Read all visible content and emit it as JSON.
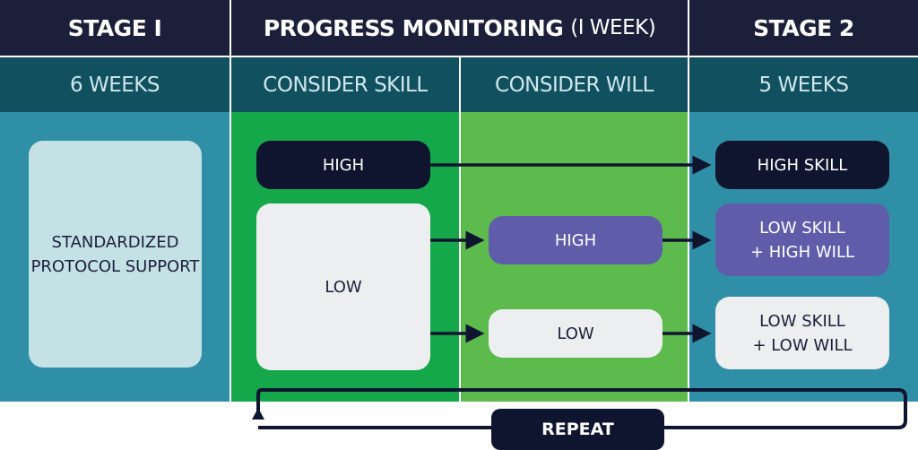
{
  "header": {
    "stage1": "STAGE I",
    "monitoring": "PROGRESS MONITORING",
    "monitoring_duration": "(I WEEK)",
    "stage2": "STAGE 2"
  },
  "subheader": {
    "stage1_duration": "6 WEEKS",
    "consider_skill": "CONSIDER SKILL",
    "consider_will": "CONSIDER WILL",
    "stage2_duration": "5 WEEKS"
  },
  "stage1_box": {
    "line1": "STANDARDIZED",
    "line2": "PROTOCOL SUPPORT"
  },
  "skill": {
    "high": "HIGH",
    "low": "LOW"
  },
  "will": {
    "high": "HIGH",
    "low": "LOW"
  },
  "outcomes": {
    "high_skill": "HIGH SKILL",
    "low_skill_high_will_1": "LOW SKILL",
    "low_skill_high_will_2": "+ HIGH WILL",
    "low_skill_low_will_1": "LOW SKILL",
    "low_skill_low_will_2": "+ LOW WILL"
  },
  "repeat_label": "REPEAT",
  "colors": {
    "navy": "#1b1f3a",
    "teal_dark": "#10505f",
    "teal": "#2f8fa6",
    "green_dark": "#15a84a",
    "green_light": "#5cbb4c",
    "purple": "#5f5ca9",
    "light_box": "#eceef0",
    "pale_box": "#c4e1e6"
  }
}
